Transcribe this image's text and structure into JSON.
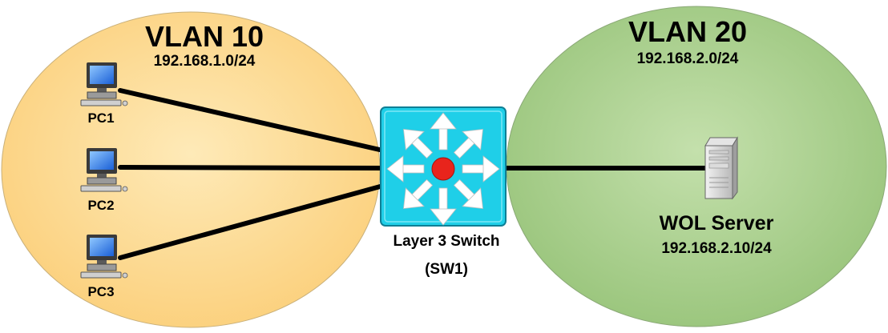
{
  "colors": {
    "vlan10_fill": "#fdd78e",
    "vlan20_fill": "#a9d18e",
    "switch_fill": "#22d4ee",
    "switch_center": "#e8241c",
    "link": "#000000"
  },
  "vlan10": {
    "title": "VLAN 10",
    "subnet": "192.168.1.0/24",
    "pcs": [
      {
        "label": "PC1",
        "icon": "computer-icon"
      },
      {
        "label": "PC2",
        "icon": "computer-icon"
      },
      {
        "label": "PC3",
        "icon": "computer-icon"
      }
    ]
  },
  "switch": {
    "icon": "layer3-switch-icon",
    "label_line1": "Layer 3 Switch",
    "label_line2": "(SW1)"
  },
  "vlan20": {
    "title": "VLAN 20",
    "subnet": "192.168.2.0/24",
    "server": {
      "icon": "server-icon",
      "name": "WOL Server",
      "ip": "192.168.2.10/24"
    }
  }
}
